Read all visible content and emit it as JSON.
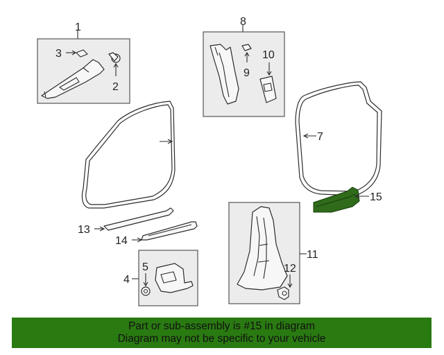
{
  "callouts": {
    "c1": "1",
    "c2": "2",
    "c3": "3",
    "c4": "4",
    "c5": "5",
    "c7": "7",
    "c8": "8",
    "c9": "9",
    "c10": "10",
    "c11": "11",
    "c12": "12",
    "c13": "13",
    "c14": "14",
    "c15": "15"
  },
  "highlighted_part": "15",
  "highlight_color": "#2f6b1a",
  "banner": {
    "line1": "Part or sub-assembly is #15 in diagram",
    "line2": "Diagram may not be specific to your vehicle",
    "background": "#2a7a12"
  }
}
